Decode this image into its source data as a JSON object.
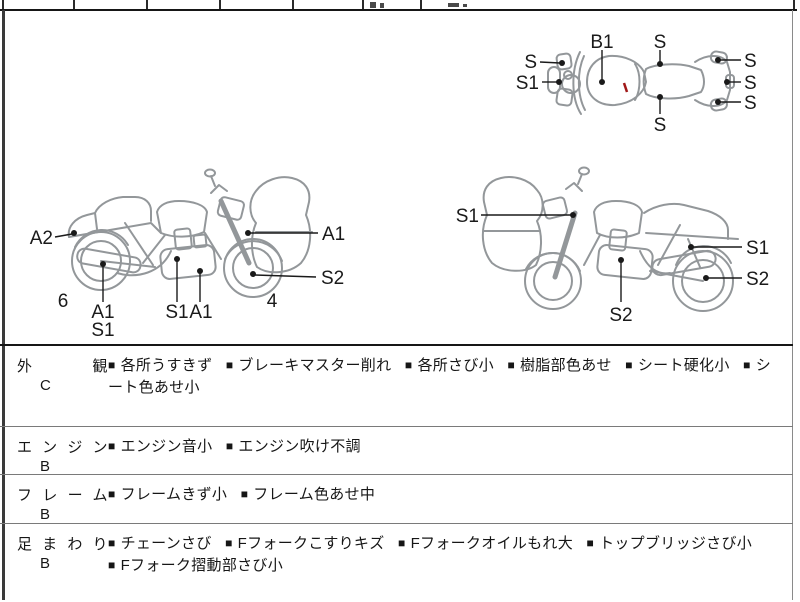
{
  "bullet": "■",
  "diagrams": {
    "line_color": "#93979a",
    "damage_mark_color": "#a01818",
    "top_view": {
      "labels": {
        "b1": "B1",
        "s_top": "S",
        "s_bottom": "S",
        "s_left": "S",
        "s1_left": "S1",
        "s_right_top": "S",
        "s_right_mid": "S",
        "s_right_bottom": "S"
      }
    },
    "left_side": {
      "labels": {
        "a2_rear": "A2",
        "num_rear_wheel": "6",
        "a1_muffler": "A1",
        "s1_muffler": "S1",
        "s1_engine": "S1",
        "a1_frame": "A1",
        "a1_front": "A1",
        "s2_front_wheel": "S2",
        "num_front_wheel": "4"
      }
    },
    "right_side": {
      "labels": {
        "s1_front": "S1",
        "s2_engine": "S2",
        "s1_rear": "S1",
        "s2_rear_wheel": "S2"
      }
    }
  },
  "inspection_table": {
    "rows": [
      {
        "section": "外　観",
        "grade": "C",
        "items": [
          "各所うすきず",
          "ブレーキマスター削れ",
          "各所さび小",
          "樹脂部色あせ",
          "シート硬化小",
          "シート色あせ小"
        ]
      },
      {
        "section": "エンジン",
        "grade": "B",
        "items": [
          "エンジン音小",
          "エンジン吹け不調"
        ]
      },
      {
        "section": "フレーム",
        "grade": "B",
        "items": [
          "フレームきず小",
          "フレーム色あせ中"
        ]
      },
      {
        "section": "足まわり",
        "grade": "B",
        "items": [
          "チェーンさび",
          "Fフォークこすりキズ",
          "Fフォークオイルもれ大",
          "トップブリッジさび小",
          "Fフォーク摺動部さび小"
        ]
      }
    ]
  }
}
